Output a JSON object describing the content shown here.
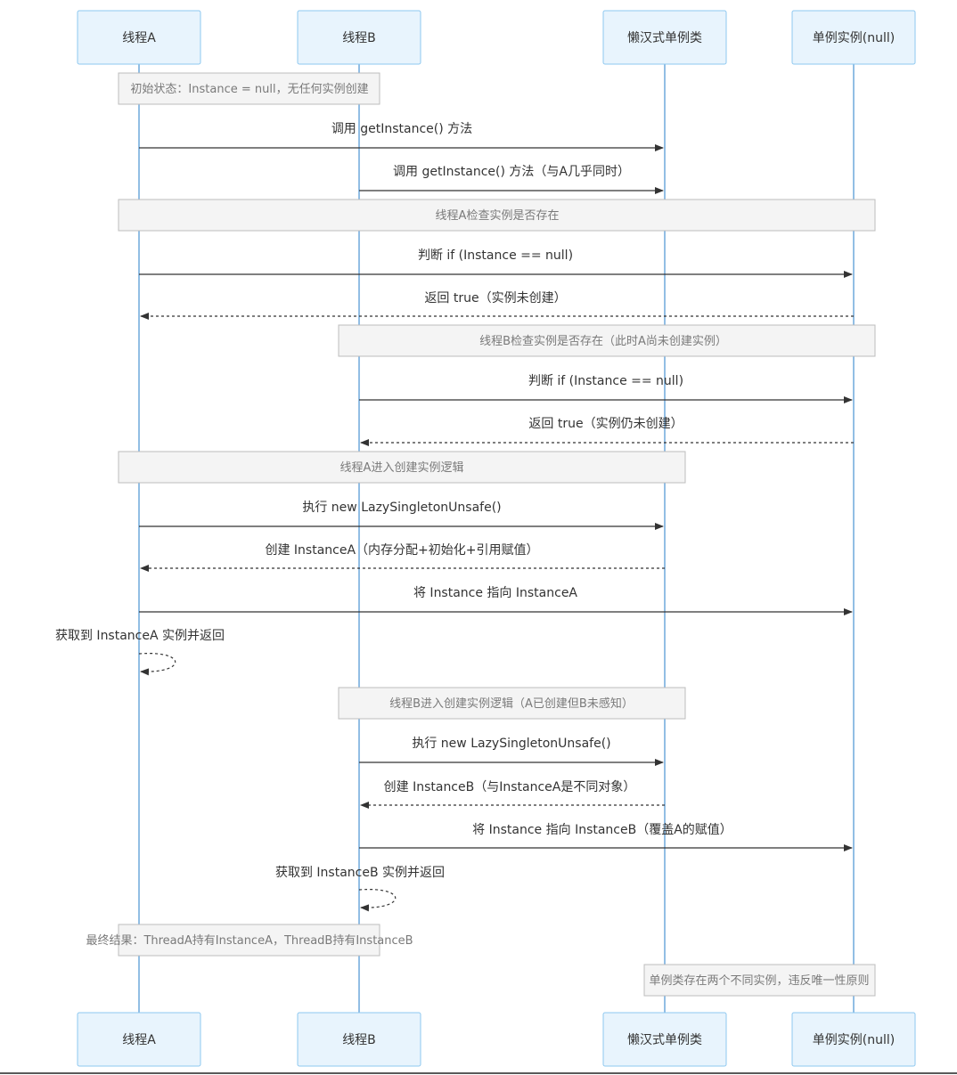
{
  "actors": [
    "线程A",
    "线程B",
    "懒汉式单例类",
    "单例实例(null)"
  ],
  "notes": [
    "初始状态：Instance = null，无任何实例创建",
    "线程A检查实例是否存在",
    "线程B检查实例是否存在（此时A尚未创建实例）",
    "线程A进入创建实例逻辑",
    "线程B进入创建实例逻辑（A已创建但B未感知）",
    "最终结果：ThreadA持有InstanceA，ThreadB持有InstanceB",
    "单例类存在两个不同实例，违反唯一性原则"
  ],
  "messages": [
    {
      "from": 0,
      "to": 2,
      "text": "调用 getInstance() 方法",
      "style": "solid"
    },
    {
      "from": 1,
      "to": 2,
      "text": "调用 getInstance() 方法（与A几乎同时）",
      "style": "solid"
    },
    {
      "from": 0,
      "to": 3,
      "text": "判断 if (Instance == null)",
      "style": "solid"
    },
    {
      "from": 3,
      "to": 0,
      "text": "返回 true（实例未创建）",
      "style": "dashed"
    },
    {
      "from": 1,
      "to": 3,
      "text": "判断 if (Instance == null)",
      "style": "solid"
    },
    {
      "from": 3,
      "to": 1,
      "text": "返回 true（实例仍未创建）",
      "style": "dashed"
    },
    {
      "from": 0,
      "to": 2,
      "text": "执行 new LazySingletonUnsafe()",
      "style": "solid"
    },
    {
      "from": 2,
      "to": 0,
      "text": "创建 InstanceA（内存分配+初始化+引用赋值）",
      "style": "dashed"
    },
    {
      "from": 0,
      "to": 3,
      "text": "将 Instance 指向 InstanceA",
      "style": "solid"
    },
    {
      "from": 0,
      "to": 0,
      "text": "获取到 InstanceA 实例并返回",
      "style": "dashed"
    },
    {
      "from": 1,
      "to": 2,
      "text": "执行 new LazySingletonUnsafe()",
      "style": "solid"
    },
    {
      "from": 2,
      "to": 1,
      "text": "创建 InstanceB（与InstanceA是不同对象）",
      "style": "dashed"
    },
    {
      "from": 1,
      "to": 3,
      "text": "将 Instance 指向 InstanceB（覆盖A的赋值）",
      "style": "solid"
    },
    {
      "from": 1,
      "to": 1,
      "text": "获取到 InstanceB 实例并返回",
      "style": "dashed"
    }
  ]
}
